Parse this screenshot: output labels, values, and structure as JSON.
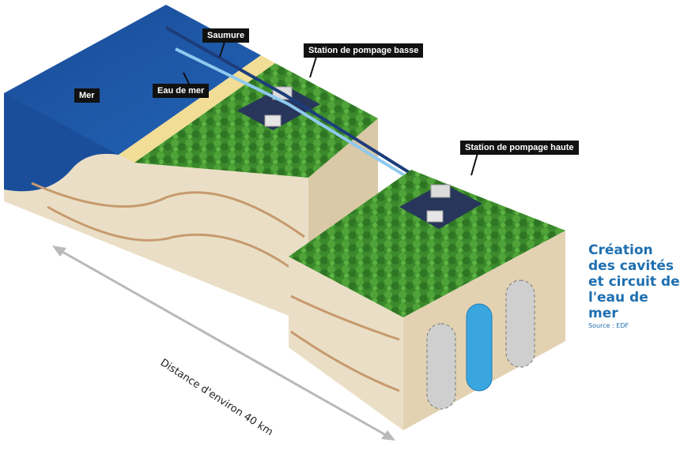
{
  "labels": {
    "saumure": "Saumure",
    "eau_de_mer": "Eau de mer",
    "mer": "Mer",
    "station_basse": "Station de pompage basse",
    "station_haute": "Station de pompage haute",
    "distance": "Distance d'environ 40 km"
  },
  "caption": {
    "line1": "Création",
    "line2": "des cavités",
    "line3": "et circuit de",
    "line4": "l'eau de mer",
    "source": "Source : EDF"
  },
  "colors": {
    "sea": "#1b57a6",
    "sand": "#f3df97",
    "forest": "#3e8d2d",
    "soil": "#e5d7bd",
    "pipe_brine": "#1d3d7a",
    "pipe_seawater": "#8fc9ee",
    "cavity_active": "#3aa6df",
    "caption": "#1f6fb0"
  }
}
